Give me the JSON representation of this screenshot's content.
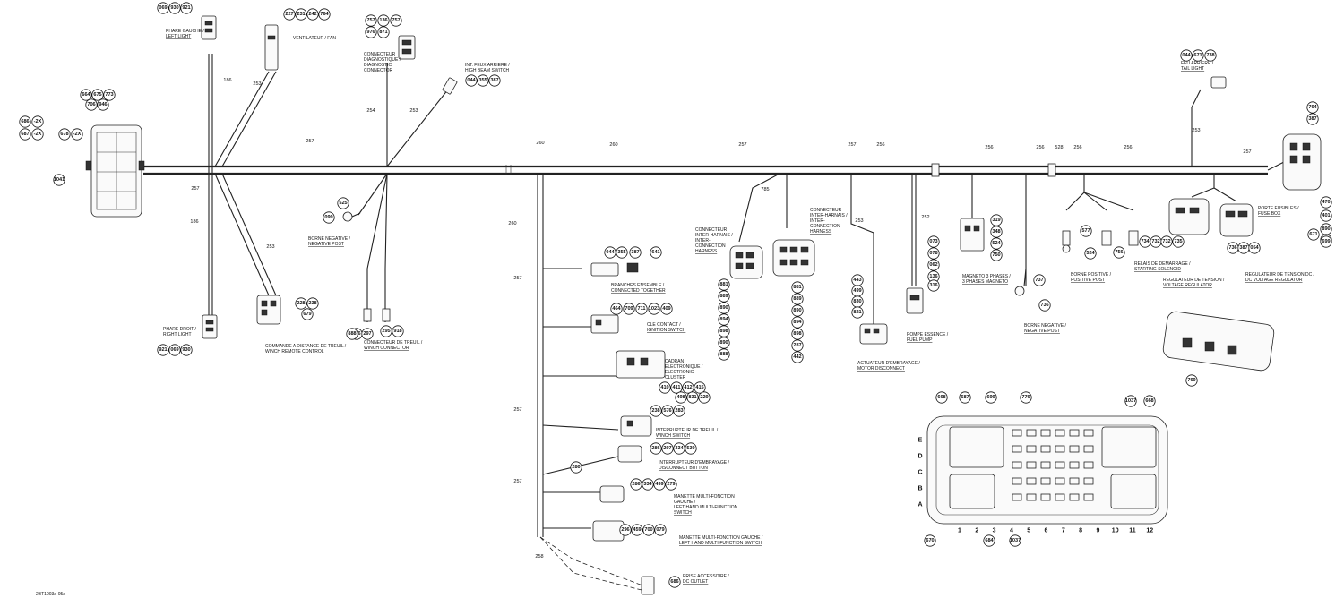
{
  "drawing_code": "2BT1003a-05a",
  "fuse_box": {
    "rows": [
      "E",
      "D",
      "C",
      "B",
      "A"
    ],
    "columns": [
      "1",
      "2",
      "3",
      "4",
      "5",
      "6",
      "7",
      "8",
      "9",
      "10",
      "11",
      "12"
    ]
  },
  "labels": {
    "left_light": [
      "PHARE GAUCHE /",
      "LEFT LIGHT"
    ],
    "fan": [
      "VENTILATEUR / FAN"
    ],
    "diag": [
      "CONNECTEUR",
      "DIAGNOSTIQUE /",
      "DIAGNOSTIC",
      "CONNECTOR"
    ],
    "hilo": [
      "INT. FEUX ARRIERE /",
      "HIGH BEAM SWITCH"
    ],
    "neg1": [
      "BORNE NEGATIVE /",
      "NEGATIVE POST"
    ],
    "right_light": [
      "PHARE DROIT /",
      "RIGHT LIGHT"
    ],
    "winch_remote": [
      "COMMANDE A DISTANCE DE TREUIL /",
      "WINCH REMOTE CONTROL"
    ],
    "winch_conn": [
      "CONNECTEUR DE TREUIL /",
      "WINCH CONNECTOR"
    ],
    "inter_left": [
      "CONNECTEUR",
      "INTER-HARNAIS /",
      "INTER-",
      "CONNECTION",
      "HARNESS"
    ],
    "inter_right": [
      "CONNECTEUR",
      "INTER-HARNAIS /",
      "INTER-",
      "CONNECTION",
      "HARNESS"
    ],
    "branch": [
      "BRANCHES ENSEMBLE /",
      "CONNECTED TOGETHER"
    ],
    "ignition": [
      "CLE CONTACT /",
      "IGNITION SWITCH"
    ],
    "cluster": [
      "CADRAN",
      "ELECTRONIQUE /",
      "ELECTRONIC",
      "CLUSTER"
    ],
    "winch_sw": [
      "INTERRUPTEUR DE TREUIL /",
      "WINCH SWITCH"
    ],
    "disc_btn": [
      "INTERRUPTEUR D'EMBRAYAGE /",
      "DISCONNECT BUTTON"
    ],
    "mf_left": [
      "MANETTE MULTI-FONCTION",
      "GAUCHE /",
      "LEFT HAND MULTI-FUNCTION",
      "SWITCH"
    ],
    "mf_left2": [
      "MANETTE MULTI-FONCTION GAUCHE /",
      "LEFT HAND MULTI-FUNCTION SWITCH"
    ],
    "dc_outlet": [
      "PRISE ACCESSOIRE /",
      "DC OUTLET"
    ],
    "actuator": [
      "ACTUATEUR D'EMBRAYAGE /",
      "MOTOR DISCONNECT"
    ],
    "fuel_pump": [
      "POMPE ESSENCE /",
      "FUEL PUMP"
    ],
    "magneto": [
      "MAGNETO 3 PHASES /",
      "3 PHASES MAGNETO"
    ],
    "neg2": [
      "BORNE NEGATIVE /",
      "NEGATIVE POST"
    ],
    "pos": [
      "BORNE POSITIVE /",
      "POSITIVE POST"
    ],
    "starter": [
      "RELAIS DE DEMARRAGE /",
      "STARTING SOLENOID"
    ],
    "vr1": [
      "REGULATEUR DE TENSION /",
      "VOLTAGE REGULATOR"
    ],
    "vr2": [
      "REGULATEUR DE TENSION DC /",
      "DC VOLTAGE REGULATOR"
    ],
    "taillight": [
      "FEU ARRIERE /",
      "TAIL LIGHT"
    ],
    "fusebox_lbl": [
      "PORTE FUSIBLES /",
      "FUSE BOX"
    ]
  },
  "wire_codes": [
    "186",
    "253",
    "254",
    "253",
    "257",
    "260",
    "260",
    "257",
    "256",
    "257",
    "256",
    "256",
    "528",
    "256",
    "256",
    "253",
    "257",
    "186",
    "253",
    "260",
    "257",
    "257",
    "257",
    "257",
    "258",
    "253",
    "252",
    "785"
  ],
  "bubbles": [
    "069",
    "930",
    "921",
    "227",
    "231",
    "242",
    "764",
    "757",
    "136",
    "757",
    "976",
    "871",
    "044",
    "355",
    "387",
    "664",
    "675",
    "773",
    "706",
    "946",
    "686",
    "-2X",
    "687",
    "-2X",
    "678",
    "-2X",
    "1041",
    "525",
    "099",
    "586",
    "297",
    "295",
    "918",
    "921",
    "069",
    "930",
    "228",
    "238",
    "679",
    "044",
    "355",
    "387",
    "641",
    "464",
    "709",
    "711",
    "1023",
    "409",
    "410",
    "411",
    "412",
    "415",
    "498",
    "831",
    "229",
    "238",
    "576",
    "283",
    "286",
    "297",
    "334",
    "530",
    "280",
    "286",
    "334",
    "499",
    "279",
    "296",
    "459",
    "700",
    "079",
    "686",
    "888",
    "881",
    "889",
    "890",
    "894",
    "898",
    "890",
    "888",
    "881",
    "889",
    "890",
    "894",
    "898",
    "287",
    "442",
    "443",
    "499",
    "830",
    "821",
    "073",
    "078",
    "062",
    "136",
    "316",
    "319",
    "348",
    "524",
    "750",
    "577",
    "524",
    "756",
    "737",
    "736",
    "734",
    "732",
    "732",
    "735",
    "736",
    "387",
    "054",
    "044",
    "671",
    "738",
    "764",
    "387",
    "470",
    "401",
    "890",
    "470",
    "671",
    "699",
    "769",
    "668",
    "687",
    "699",
    "776",
    "1037",
    "668",
    "670",
    "684",
    "1037"
  ]
}
